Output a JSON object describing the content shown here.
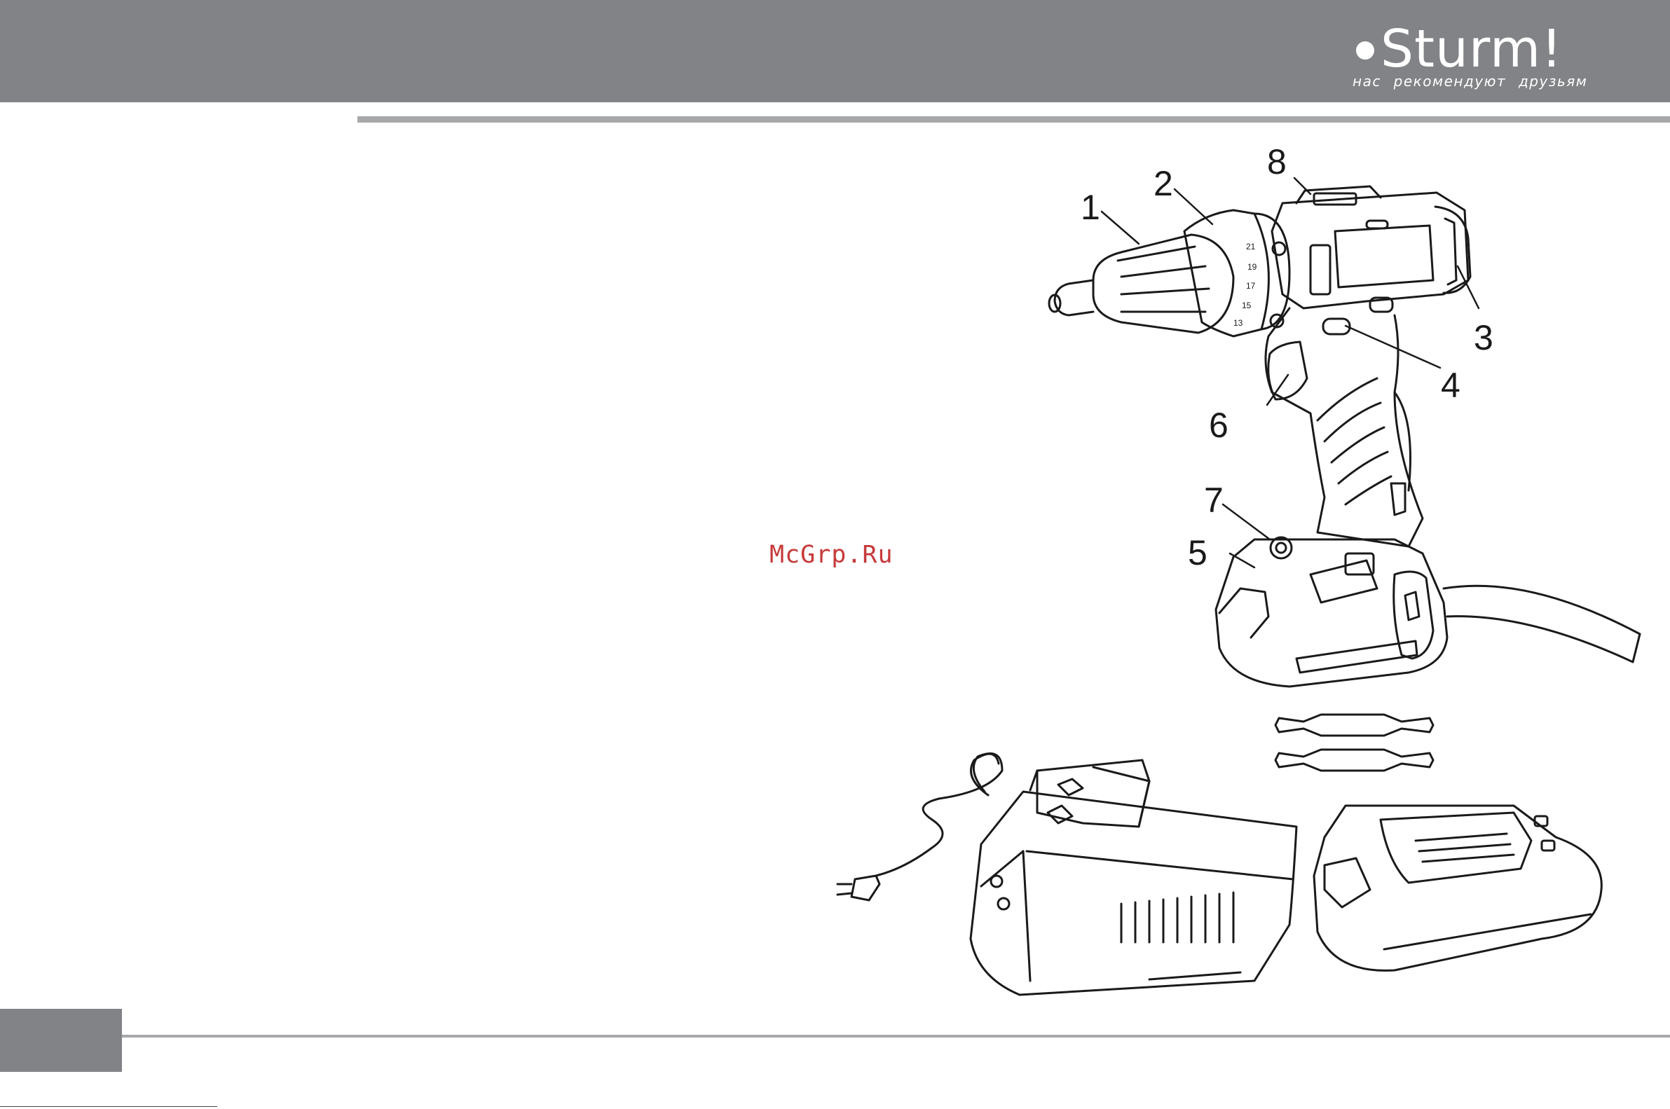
{
  "header": {
    "logo_word": "Sturm!",
    "logo_tagline": "нас рекомендуют друзьям"
  },
  "watermark": "McGrp.Ru",
  "figure": {
    "callouts": [
      "1",
      "2",
      "3",
      "4",
      "5",
      "6",
      "7",
      "8"
    ],
    "chuck_scale": [
      "13",
      "15",
      "17",
      "19",
      "21"
    ]
  },
  "colors": {
    "header_band": "#828386",
    "rule": "#a7a8aa",
    "watermark": "#c73a3a"
  }
}
